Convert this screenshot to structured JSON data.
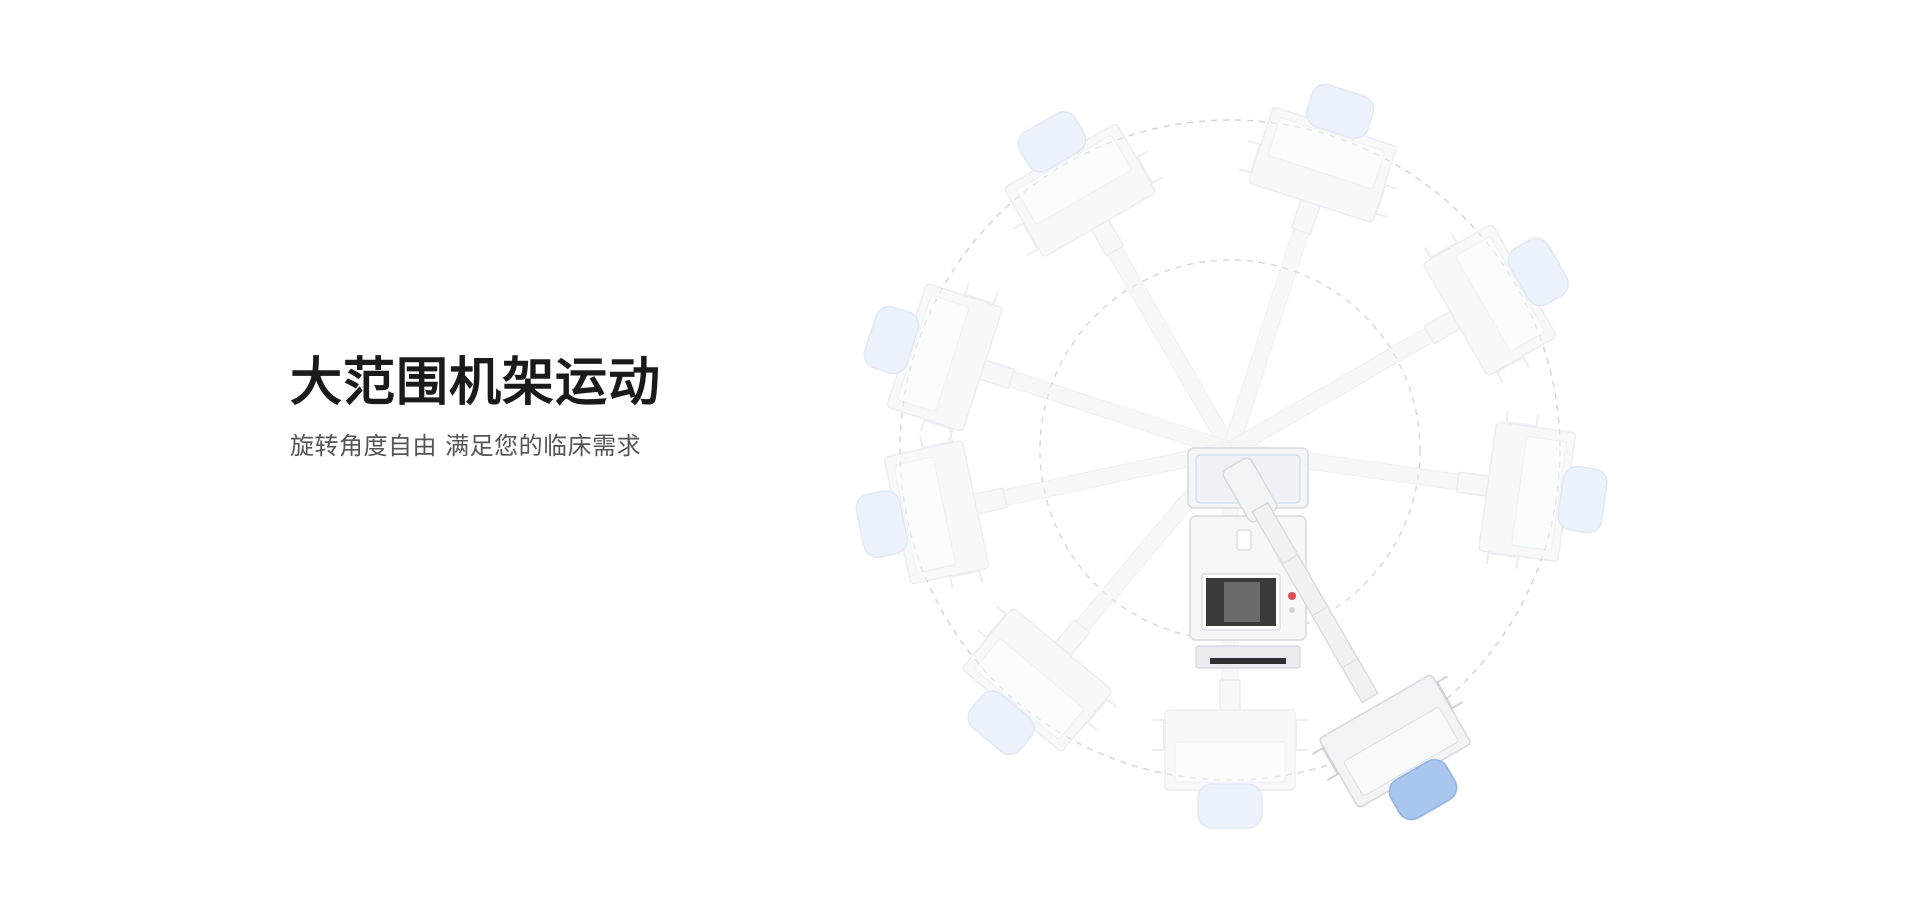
{
  "hero": {
    "title": "大范围机架运动",
    "subtitle": "旋转角度自由 满足您的临床需求"
  },
  "illustration": {
    "subject": "rotating-x-ray-gantry",
    "colors": {
      "detector_accent": "#c7d9f2",
      "detector_accent_active": "#a9c6ee",
      "frame": "#e6e8ec",
      "frame_stroke": "#d3d6dc",
      "guide_circle": "#cfcfcf",
      "screen": "#3a3a3a",
      "indicator": "#e05050"
    }
  }
}
